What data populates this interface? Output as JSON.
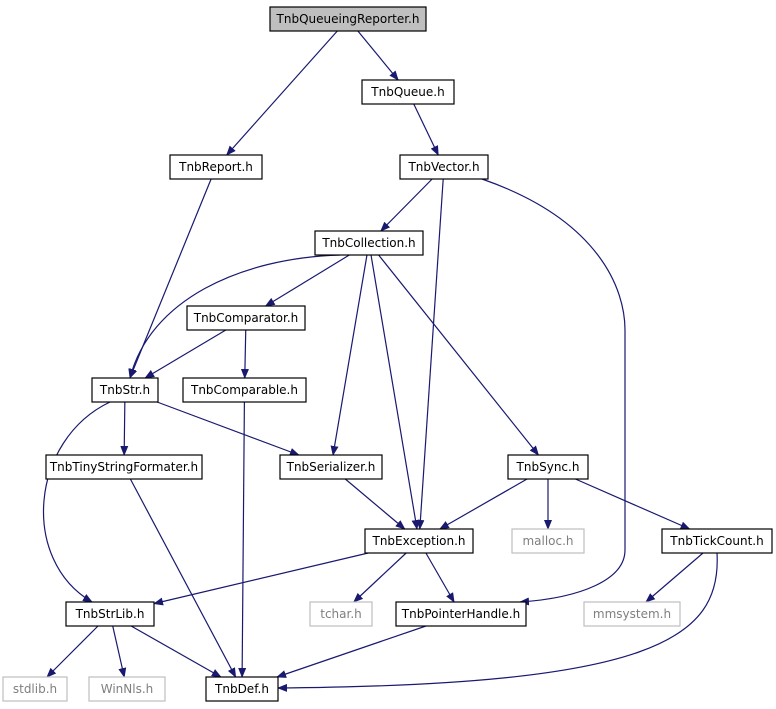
{
  "colors": {
    "edge": "#191970",
    "root_fill": "#bfbfbf",
    "external_border": "#bfbfbf",
    "external_text": "#7f7f7f"
  },
  "nodes": [
    {
      "id": "reporter",
      "label": "TnbQueueingReporter.h",
      "kind": "root"
    },
    {
      "id": "queue",
      "label": "TnbQueue.h",
      "kind": "normal"
    },
    {
      "id": "report",
      "label": "TnbReport.h",
      "kind": "normal"
    },
    {
      "id": "vector",
      "label": "TnbVector.h",
      "kind": "normal"
    },
    {
      "id": "collection",
      "label": "TnbCollection.h",
      "kind": "normal"
    },
    {
      "id": "comparator",
      "label": "TnbComparator.h",
      "kind": "normal"
    },
    {
      "id": "str",
      "label": "TnbStr.h",
      "kind": "normal"
    },
    {
      "id": "comparable",
      "label": "TnbComparable.h",
      "kind": "normal"
    },
    {
      "id": "tiny",
      "label": "TnbTinyStringFormater.h",
      "kind": "normal"
    },
    {
      "id": "serializer",
      "label": "TnbSerializer.h",
      "kind": "normal"
    },
    {
      "id": "sync",
      "label": "TnbSync.h",
      "kind": "normal"
    },
    {
      "id": "exception",
      "label": "TnbException.h",
      "kind": "normal"
    },
    {
      "id": "malloc",
      "label": "malloc.h",
      "kind": "external"
    },
    {
      "id": "tick",
      "label": "TnbTickCount.h",
      "kind": "normal"
    },
    {
      "id": "strlib",
      "label": "TnbStrLib.h",
      "kind": "normal"
    },
    {
      "id": "tchar",
      "label": "tchar.h",
      "kind": "external"
    },
    {
      "id": "pointer",
      "label": "TnbPointerHandle.h",
      "kind": "normal"
    },
    {
      "id": "mmsystem",
      "label": "mmsystem.h",
      "kind": "external"
    },
    {
      "id": "stdlib",
      "label": "stdlib.h",
      "kind": "external"
    },
    {
      "id": "winnls",
      "label": "WinNls.h",
      "kind": "external"
    },
    {
      "id": "def",
      "label": "TnbDef.h",
      "kind": "normal"
    }
  ],
  "edges": [
    {
      "from": "reporter",
      "to": "queue"
    },
    {
      "from": "reporter",
      "to": "report"
    },
    {
      "from": "queue",
      "to": "vector"
    },
    {
      "from": "report",
      "to": "str"
    },
    {
      "from": "vector",
      "to": "collection"
    },
    {
      "from": "vector",
      "to": "exception"
    },
    {
      "from": "vector",
      "to": "pointer"
    },
    {
      "from": "collection",
      "to": "str"
    },
    {
      "from": "collection",
      "to": "comparator"
    },
    {
      "from": "collection",
      "to": "serializer"
    },
    {
      "from": "collection",
      "to": "exception"
    },
    {
      "from": "collection",
      "to": "sync"
    },
    {
      "from": "comparator",
      "to": "str"
    },
    {
      "from": "comparator",
      "to": "comparable"
    },
    {
      "from": "str",
      "to": "tiny"
    },
    {
      "from": "str",
      "to": "serializer"
    },
    {
      "from": "str",
      "to": "strlib"
    },
    {
      "from": "comparable",
      "to": "def"
    },
    {
      "from": "tiny",
      "to": "def"
    },
    {
      "from": "serializer",
      "to": "exception"
    },
    {
      "from": "sync",
      "to": "exception"
    },
    {
      "from": "sync",
      "to": "malloc"
    },
    {
      "from": "sync",
      "to": "tick"
    },
    {
      "from": "exception",
      "to": "strlib"
    },
    {
      "from": "exception",
      "to": "tchar"
    },
    {
      "from": "exception",
      "to": "pointer"
    },
    {
      "from": "tick",
      "to": "mmsystem"
    },
    {
      "from": "tick",
      "to": "def"
    },
    {
      "from": "strlib",
      "to": "stdlib"
    },
    {
      "from": "strlib",
      "to": "winnls"
    },
    {
      "from": "strlib",
      "to": "def"
    },
    {
      "from": "pointer",
      "to": "def"
    }
  ]
}
